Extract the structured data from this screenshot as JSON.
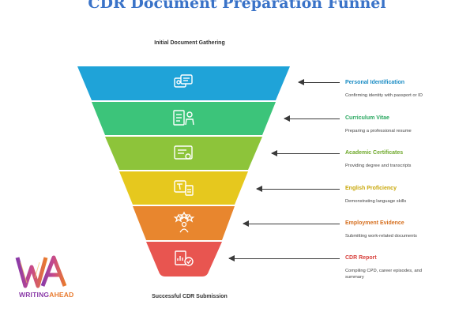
{
  "title": "CDR Document Preparation Funnel",
  "top_label": "Initial Document Gathering",
  "bottom_label": "Successful CDR Submission",
  "steps": [
    {
      "title": "Personal Identification",
      "desc": "Confirming identity with passport or ID",
      "color": "#1fa3d8",
      "title_color": "#1a8cc4",
      "icon": "id-card-icon"
    },
    {
      "title": "Curriculum Vitae",
      "desc": "Preparing a professional resume",
      "color": "#3cc47a",
      "title_color": "#2aa860",
      "icon": "resume-icon"
    },
    {
      "title": "Academic Certificates",
      "desc": "Providing degree and transcripts",
      "color": "#8dc43a",
      "title_color": "#6ea82a",
      "icon": "certificate-icon"
    },
    {
      "title": "English Proficiency",
      "desc": "Demonstrating language skills",
      "color": "#e6c81e",
      "title_color": "#c9a80a",
      "icon": "language-icon"
    },
    {
      "title": "Employment Evidence",
      "desc": "Submitting work-related documents",
      "color": "#e8862e",
      "title_color": "#d67020",
      "icon": "team-award-icon"
    },
    {
      "title": "CDR Report",
      "desc": "Compiling CPD, career episodes, and summary",
      "color": "#e85550",
      "title_color": "#d8403c",
      "icon": "report-icon"
    }
  ],
  "logo": {
    "prefix": "WRITING",
    "suffix": "AHEAD",
    "prefix_color": "#8a3aa8",
    "suffix_color": "#e87a2e"
  }
}
